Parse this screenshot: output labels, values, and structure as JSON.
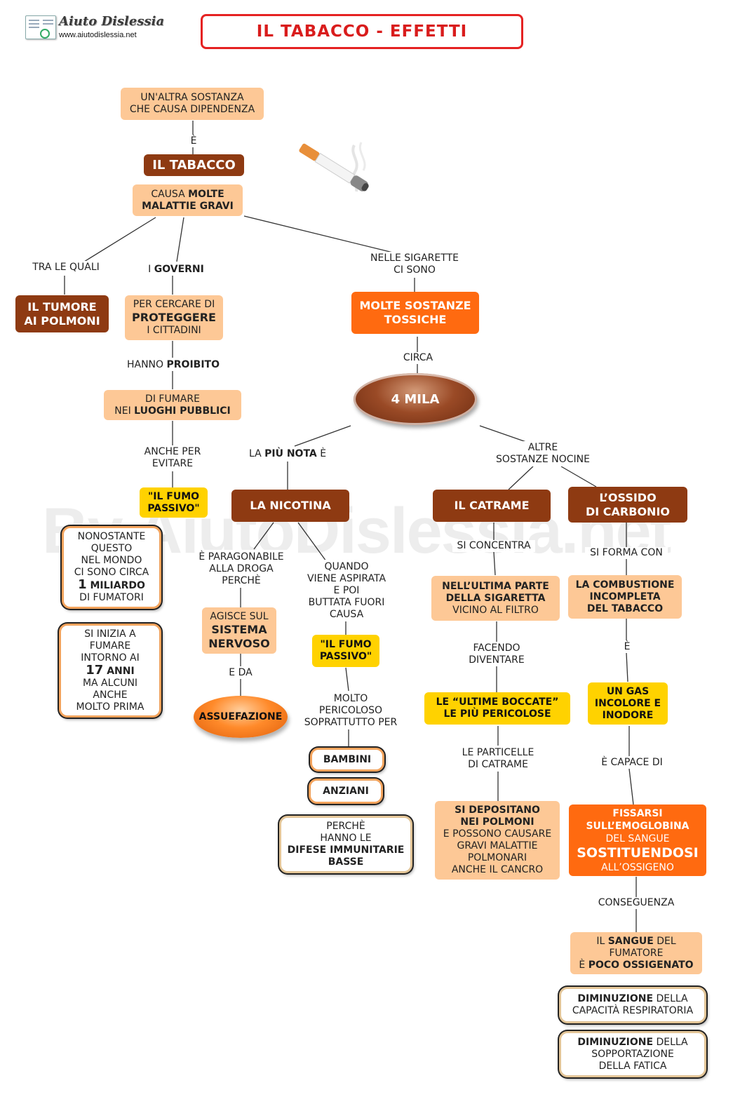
{
  "header": {
    "logo_text": "Aiuto Dislessia",
    "logo_url": "www.aiutodislessia.net",
    "title": "IL TABACCO - EFFETTI"
  },
  "watermark": "By AiutoDislessia.net",
  "nodes": {
    "sostanza": [
      "UN'ALTRA SOSTANZA",
      "CHE CAUSA DIPENDENZA"
    ],
    "tabacco": "IL TABACCO",
    "causa": [
      "CAUSA ",
      "MOLTE",
      "MALATTIE GRAVI"
    ],
    "tumore": [
      "IL TUMORE",
      "AI POLMONI"
    ],
    "proteggere": [
      "PER CERCARE DI",
      "PROTEGGERE",
      "I CITTADINI"
    ],
    "fumare": [
      "DI FUMARE",
      "NEI ",
      "LUOGHI PUBBLICI"
    ],
    "fumo_passivo_1": [
      "\"IL FUMO",
      "PASSIVO\""
    ],
    "nonostante": [
      "NONOSTANTE",
      "QUESTO",
      "NEL MONDO",
      "CI SONO CIRCA",
      "1",
      " MILIARDO",
      "DI FUMATORI"
    ],
    "si_inizia": [
      "SI INIZIA A",
      "FUMARE",
      "INTORNO AI",
      "17",
      " ANNI",
      "MA ALCUNI",
      "ANCHE",
      "MOLTO PRIMA"
    ],
    "sostanze_tossiche": [
      "MOLTE SOSTANZE",
      "TOSSICHE"
    ],
    "quattro_mila": "4 MILA",
    "nicotina": "LA NICOTINA",
    "catrame": "IL CATRAME",
    "ossido": [
      "L’OSSIDO",
      "DI CARBONIO"
    ],
    "sistema_nervoso": [
      "AGISCE SUL",
      "SISTEMA",
      "NERVOSO"
    ],
    "assuefazione": "ASSUEFAZIONE",
    "fumo_passivo_2": [
      "\"IL FUMO",
      "PASSIVO\""
    ],
    "bambini": "BAMBINI",
    "anziani": "ANZIANI",
    "difese": [
      "PERCHÈ",
      "HANNO LE",
      "DIFESE IMMUNITARIE",
      "BASSE"
    ],
    "ultima_parte": [
      "NELL’ULTIMA PARTE",
      "DELLA SIGARETTA",
      "VICINO AL FILTRO"
    ],
    "ultime_boccate": [
      "LE “ULTIME BOCCATE”",
      "LE PIÙ PERICOLOSE"
    ],
    "depositano": [
      "SI DEPOSITANO",
      "NEI POLMONI",
      "E POSSONO CAUSARE",
      "GRAVI MALATTIE",
      "POLMONARI",
      "ANCHE IL CANCRO"
    ],
    "combustione": [
      "LA COMBUSTIONE",
      "INCOMPLETA",
      "DEL TABACCO"
    ],
    "gas": [
      "UN GAS",
      "INCOLORE E",
      "INODORE"
    ],
    "fissarsi": [
      "FISSARSI",
      "SULL’EMOGLOBINA",
      "DEL SANGUE",
      "SOSTITUENDOSI",
      "ALL’OSSIGENO"
    ],
    "sangue": [
      "IL ",
      "SANGUE",
      " DEL",
      "FUMATORE",
      "È ",
      "POCO OSSIGENATO"
    ],
    "dim_capacita": [
      "DIMINUZIONE",
      " DELLA",
      "CAPACITÀ RESPIRATORIA"
    ],
    "dim_sopportazione": [
      "DIMINUZIONE",
      " DELLA",
      "SOPPORTAZIONE",
      "DELLA FATICA"
    ]
  },
  "labels": {
    "e_accent": "È",
    "tra_le_quali": "TRA LE QUALI",
    "governi": [
      "I ",
      "GOVERNI"
    ],
    "nelle_sigarette": [
      "NELLE SIGARETTE",
      "CI SONO"
    ],
    "hanno_proibito": [
      "HANNO ",
      "PROIBITO"
    ],
    "circa": "CIRCA",
    "anche_per": [
      "ANCHE PER",
      "EVITARE"
    ],
    "la_piu_nota": [
      "LA ",
      "PIÙ NOTA",
      " È"
    ],
    "altre_sostanze": [
      "ALTRE",
      "SOSTANZE NOCINE"
    ],
    "paragonabile": [
      "È PARAGONABILE",
      "ALLA DROGA",
      "PERCHÈ"
    ],
    "quando": [
      "QUANDO",
      "VIENE ASPIRATA",
      "E POI",
      "BUTTATA FUORI",
      "CAUSA"
    ],
    "e_da": "E DA",
    "molto_pericoloso": [
      "MOLTO",
      "PERICOLOSO",
      "SOPRATTUTTO PER"
    ],
    "si_concentra": "SI CONCENTRA",
    "si_forma_con": "SI FORMA CON",
    "facendo": [
      "FACENDO",
      "DIVENTARE"
    ],
    "e_2": "È",
    "particelle": [
      "LE PARTICELLE",
      "DI CATRAME"
    ],
    "capace": "È CAPACE DI",
    "conseguenza": "CONSEGUENZA"
  },
  "colors": {
    "peach": "#fdc896",
    "brown": "#8e3a12",
    "orange": "#ff6a10",
    "yellow": "#ffd200",
    "title_red": "#e52222"
  }
}
